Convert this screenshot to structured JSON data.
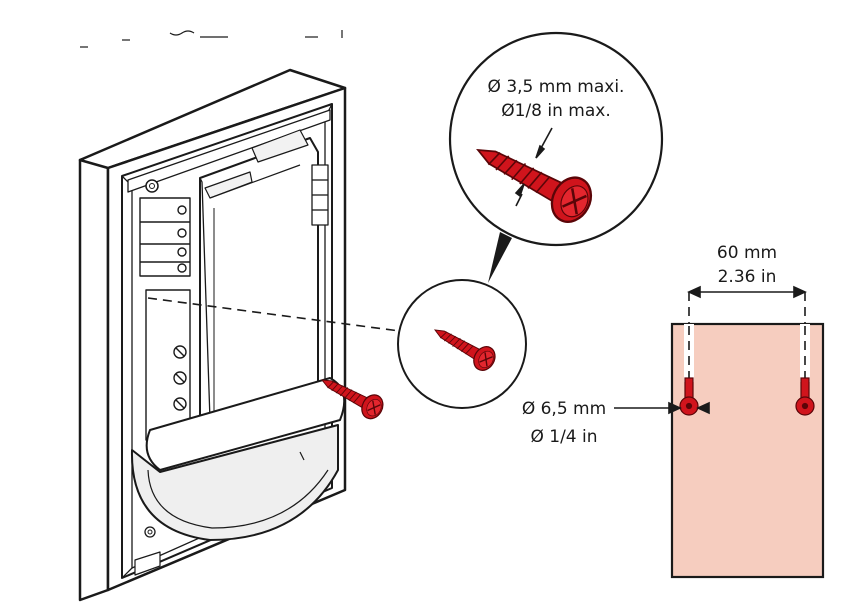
{
  "screw_spec": {
    "diameter_metric": "Ø 3,5 mm maxi.",
    "diameter_imperial": "Ø1/8 in max."
  },
  "spacing": {
    "metric": "60 mm",
    "imperial": "2.36 in"
  },
  "hole": {
    "metric": "Ø 6,5 mm",
    "imperial": "Ø 1/4 in"
  },
  "colors": {
    "screw": "#d0141c",
    "screw_dark": "#8a0a10",
    "wall_plate": "#f6cdbf",
    "line": "#1a1a1a",
    "device_shade": "#e8e8e8"
  }
}
